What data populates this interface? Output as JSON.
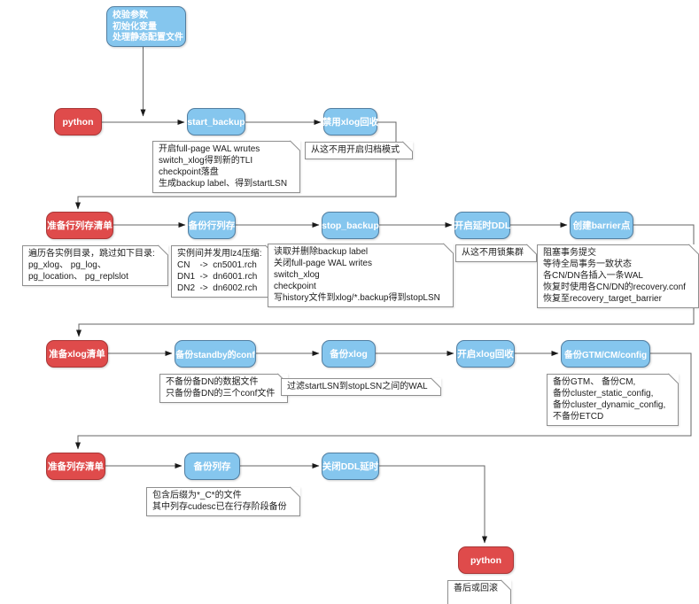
{
  "colors": {
    "node_blue_fill": "#85C6EE",
    "node_blue_border": "#527EA0",
    "node_red_fill": "#DF4B4B",
    "node_red_border": "#A93636",
    "edge_line": "#646464",
    "arrow_head": "#1a1a1a",
    "note_border": "#8F8F8F"
  },
  "nodes": {
    "init_info": {
      "lines": [
        "校验参数",
        "初始化变量",
        "处理静态配置文件"
      ]
    },
    "python_start": {
      "label": "python"
    },
    "start_backup": {
      "label": "start_backup"
    },
    "disable_xlog_recycle": {
      "label": "禁用xlog回收"
    },
    "prepare_rowcol_list": {
      "label": "准备行列存清单"
    },
    "backup_rowcol": {
      "label": "备份行列存"
    },
    "stop_backup": {
      "label": "stop_backup"
    },
    "enable_delay_ddl": {
      "label": "开启延时DDL"
    },
    "create_barrier": {
      "label": "创建barrier点"
    },
    "prepare_xlog_list": {
      "label": "准备xlog清单"
    },
    "backup_standby_conf": {
      "label": "备份standby的conf"
    },
    "backup_xlog": {
      "label": "备份xlog"
    },
    "enable_xlog_recycle": {
      "label": "开启xlog回收"
    },
    "backup_gtm_cm_config": {
      "label": "备份GTM/CM/config"
    },
    "prepare_col_list": {
      "label": "准备列存清单"
    },
    "backup_col": {
      "label": "备份列存"
    },
    "disable_ddl_delay": {
      "label": "关闭DDL延时"
    },
    "python_end": {
      "label": "python"
    }
  },
  "notes": {
    "start_backup_note": {
      "lines": [
        "开启full-page WAL wrutes",
        "switch_xlog得到新的TLI",
        "checkpoint落盘",
        "生成backup label、得到startLSN"
      ]
    },
    "disable_xlog_note": {
      "lines": [
        "从这不用开启归档模式"
      ]
    },
    "prepare_rowcol_note": {
      "lines": [
        "遍历各实例目录，跳过如下目录:",
        "pg_xlog、 pg_log、",
        "pg_location、 pg_replslot"
      ]
    },
    "backup_rowcol_note": {
      "lines": [
        "实例间并发用lz4压缩:",
        "CN    ->  cn5001.rch",
        "DN1  ->  dn6001.rch",
        "DN2  ->  dn6002.rch"
      ]
    },
    "stop_backup_note": {
      "lines": [
        "读取并删除backup label",
        "关闭full-page WAL writes",
        "switch_xlog",
        "checkpoint",
        "写history文件到xlog/*.backup得到stopLSN"
      ]
    },
    "delay_ddl_note": {
      "lines": [
        "从这不用锁集群"
      ]
    },
    "barrier_note": {
      "lines": [
        "阻塞事务提交",
        "等待全局事务一致状态",
        "各CN/DN各插入一条WAL",
        "恢复时使用各CN/DN的recovery.conf",
        "恢复至recovery_target_barrier"
      ]
    },
    "standby_conf_note": {
      "lines": [
        "不备份备DN的数据文件",
        "只备份备DN的三个conf文件"
      ]
    },
    "backup_xlog_note": {
      "lines": [
        "过滤startLSN到stopLSN之间的WAL"
      ]
    },
    "gtm_note": {
      "lines": [
        "备份GTM、 备份CM,",
        "备份cluster_static_config,",
        "备份cluster_dynamic_config,",
        "不备份ETCD"
      ]
    },
    "backup_col_note": {
      "lines": [
        "包含后缀为*_C*的文件",
        "其中列存cudesc已在行存阶段备份"
      ]
    },
    "python_end_note": {
      "lines": [
        "善后或回滚"
      ]
    }
  },
  "edges": [
    {
      "from": "init_info",
      "to": "python_start_line"
    },
    {
      "from": "python_start",
      "to": "start_backup"
    },
    {
      "from": "start_backup",
      "to": "disable_xlog_recycle"
    },
    {
      "from": "disable_xlog_recycle",
      "to": "prepare_rowcol_list"
    },
    {
      "from": "prepare_rowcol_list",
      "to": "backup_rowcol"
    },
    {
      "from": "backup_rowcol",
      "to": "stop_backup"
    },
    {
      "from": "stop_backup",
      "to": "enable_delay_ddl"
    },
    {
      "from": "enable_delay_ddl",
      "to": "create_barrier"
    },
    {
      "from": "create_barrier",
      "to": "prepare_xlog_list"
    },
    {
      "from": "prepare_xlog_list",
      "to": "backup_standby_conf"
    },
    {
      "from": "backup_standby_conf",
      "to": "backup_xlog"
    },
    {
      "from": "backup_xlog",
      "to": "enable_xlog_recycle"
    },
    {
      "from": "enable_xlog_recycle",
      "to": "backup_gtm_cm_config"
    },
    {
      "from": "backup_gtm_cm_config",
      "to": "prepare_col_list"
    },
    {
      "from": "prepare_col_list",
      "to": "backup_col"
    },
    {
      "from": "backup_col",
      "to": "disable_ddl_delay"
    },
    {
      "from": "disable_ddl_delay",
      "to": "python_end"
    }
  ]
}
